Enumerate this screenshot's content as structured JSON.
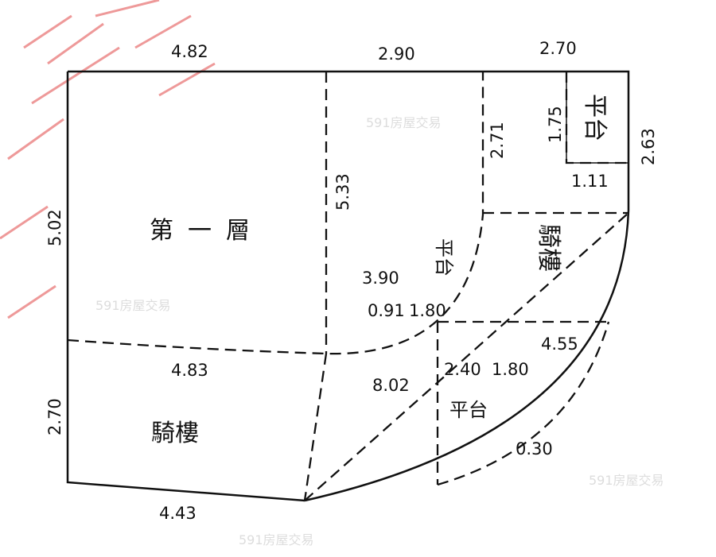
{
  "plan": {
    "dims": {
      "top_left": "4.82",
      "top_mid": "2.90",
      "top_right": "2.70",
      "platform_height": "1.75",
      "platform_width": "1.11",
      "right_wall": "2.63",
      "mid_vertical": "2.71",
      "center_vertical": "5.33",
      "left_upper": "5.02",
      "left_lower": "2.70",
      "mid_horizontal": "4.83",
      "bottom": "4.43",
      "diagonal": "8.02",
      "upper_arc": "3.90",
      "upper_platform_a": "0.91",
      "upper_platform_b": "1.80",
      "lower_platform_a": "2.40",
      "lower_platform_b": "1.80",
      "lower_arc": "4.55",
      "lower_extra": "0.30"
    },
    "labels": {
      "first_floor": "第一層",
      "arcade_left": "騎樓",
      "arcade_right": "騎樓",
      "platform_top": "平台",
      "platform_upper": "平台",
      "platform_lower": "平台"
    },
    "watermark": "591房屋交易"
  }
}
